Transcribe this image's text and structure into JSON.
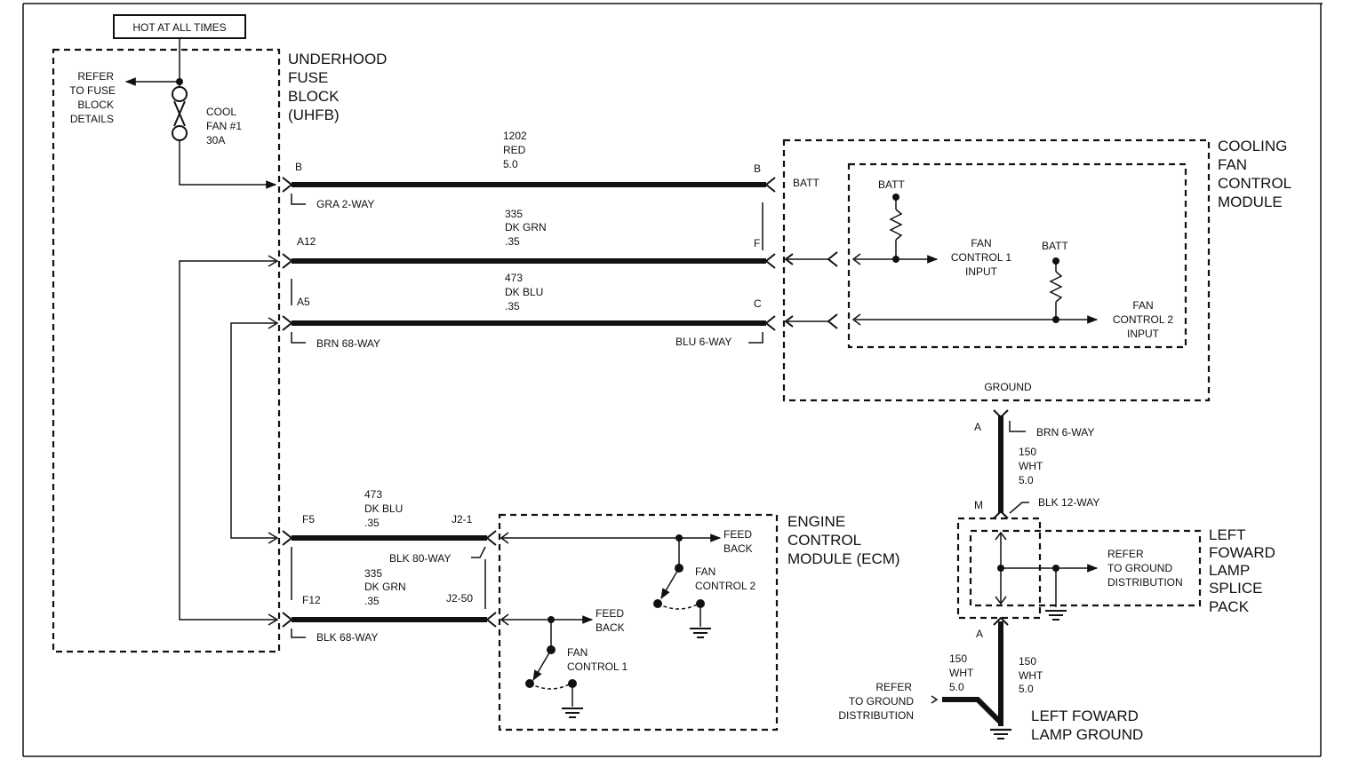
{
  "hot_label": "HOT AT ALL TIMES",
  "uhfb": {
    "name_lines": [
      "UNDERHOOD",
      "FUSE",
      "BLOCK",
      "(UHFB)"
    ],
    "refer_lines": [
      "REFER",
      "TO FUSE",
      "BLOCK",
      "DETAILS"
    ],
    "fuse_lines": [
      "COOL",
      "FAN #1",
      "30A"
    ]
  },
  "circuits": {
    "c1202": {
      "lines": [
        "1202",
        "RED",
        "5.0"
      ],
      "pin_left": "B",
      "pin_right": "B",
      "connector": "GRA 2-WAY"
    },
    "c335": {
      "lines": [
        "335",
        "DK GRN",
        ".35"
      ],
      "pin_left": "A12",
      "pin_right": "F"
    },
    "c473": {
      "lines": [
        "473",
        "DK BLU",
        ".35"
      ],
      "pin_left": "A5",
      "pin_right": "C"
    },
    "conn_left": "BRN 68-WAY",
    "conn_right": "BLU 6-WAY"
  },
  "cfcm": {
    "name_lines": [
      "COOLING",
      "FAN",
      "CONTROL",
      "MODULE"
    ],
    "batt_outer": "BATT",
    "batt_inner1": "BATT",
    "batt_inner2": "BATT",
    "input1_lines": [
      "FAN",
      "CONTROL 1",
      "INPUT"
    ],
    "input2_lines": [
      "FAN",
      "CONTROL 2",
      "INPUT"
    ],
    "ground": "GROUND"
  },
  "ecm": {
    "name_lines": [
      "ENGINE",
      "CONTROL",
      "MODULE (ECM)"
    ],
    "w473": {
      "lines": [
        "473",
        "DK BLU",
        ".35"
      ],
      "pin_left": "F5",
      "pin_right": "J2-1"
    },
    "w335": {
      "lines": [
        "335",
        "DK GRN",
        ".35"
      ],
      "pin_left": "F12",
      "pin_right": "J2-50"
    },
    "blk80": "BLK 80-WAY",
    "blk68": "BLK 68-WAY",
    "feedback_top": [
      "FEED",
      "BACK"
    ],
    "feedback_bot": [
      "FEED",
      "BACK"
    ],
    "fan_ctrl2": [
      "FAN",
      "CONTROL 2"
    ],
    "fan_ctrl1": [
      "FAN",
      "CONTROL 1"
    ]
  },
  "ground_path": {
    "pin_a_top": "A",
    "brn6": "BRN 6-WAY",
    "wire_upper": [
      "150",
      "WHT",
      "5.0"
    ],
    "pin_m": "M",
    "blk12": "BLK 12-WAY",
    "splice_lines": [
      "LEFT",
      "FOWARD",
      "LAMP",
      "SPLICE",
      "PACK"
    ],
    "refer_gd_lines": [
      "REFER",
      "TO GROUND",
      "DISTRIBUTION"
    ],
    "pin_a_bot": "A",
    "wire_left": [
      "150",
      "WHT",
      "5.0"
    ],
    "wire_right": [
      "150",
      "WHT",
      "5.0"
    ],
    "refer_gd2_lines": [
      "REFER",
      "TO GROUND",
      "DISTRIBUTION"
    ],
    "lamp_ground_lines": [
      "LEFT FOWARD",
      "LAMP GROUND"
    ]
  }
}
